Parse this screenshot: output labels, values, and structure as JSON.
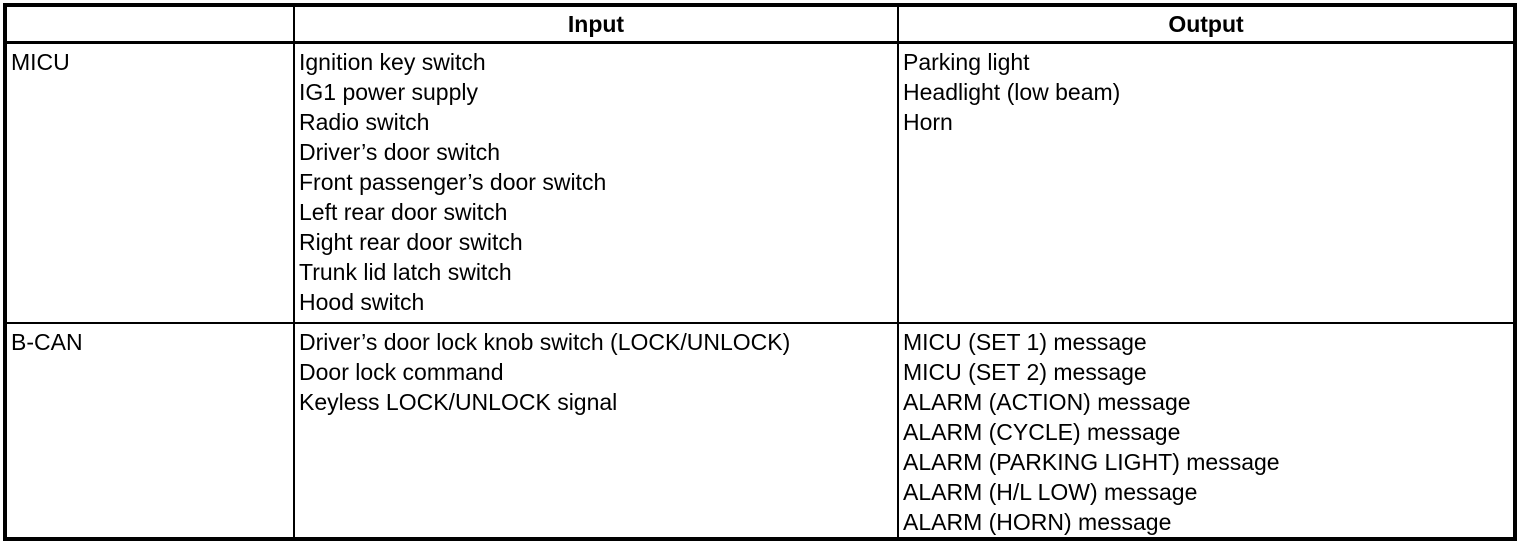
{
  "table": {
    "column_headers": {
      "unit": "",
      "input": "Input",
      "output": "Output"
    },
    "rows": [
      {
        "label": "MICU",
        "inputs": [
          "Ignition key switch",
          "IG1 power supply",
          "Radio switch",
          "Driver’s door switch",
          "Front passenger’s door switch",
          "Left rear door switch",
          "Right rear door switch",
          "Trunk lid latch switch",
          "Hood switch"
        ],
        "outputs": [
          "Parking light",
          "Headlight (low beam)",
          "Horn"
        ]
      },
      {
        "label": "B-CAN",
        "inputs": [
          "Driver’s door lock knob switch (LOCK/UNLOCK)",
          "Door lock command",
          "Keyless LOCK/UNLOCK signal"
        ],
        "outputs": [
          "MICU (SET 1) message",
          "MICU (SET 2) message",
          "ALARM (ACTION) message",
          "ALARM (CYCLE) message",
          "ALARM (PARKING LIGHT) message",
          "ALARM (H/L LOW) message",
          "ALARM (HORN) message"
        ]
      }
    ]
  }
}
